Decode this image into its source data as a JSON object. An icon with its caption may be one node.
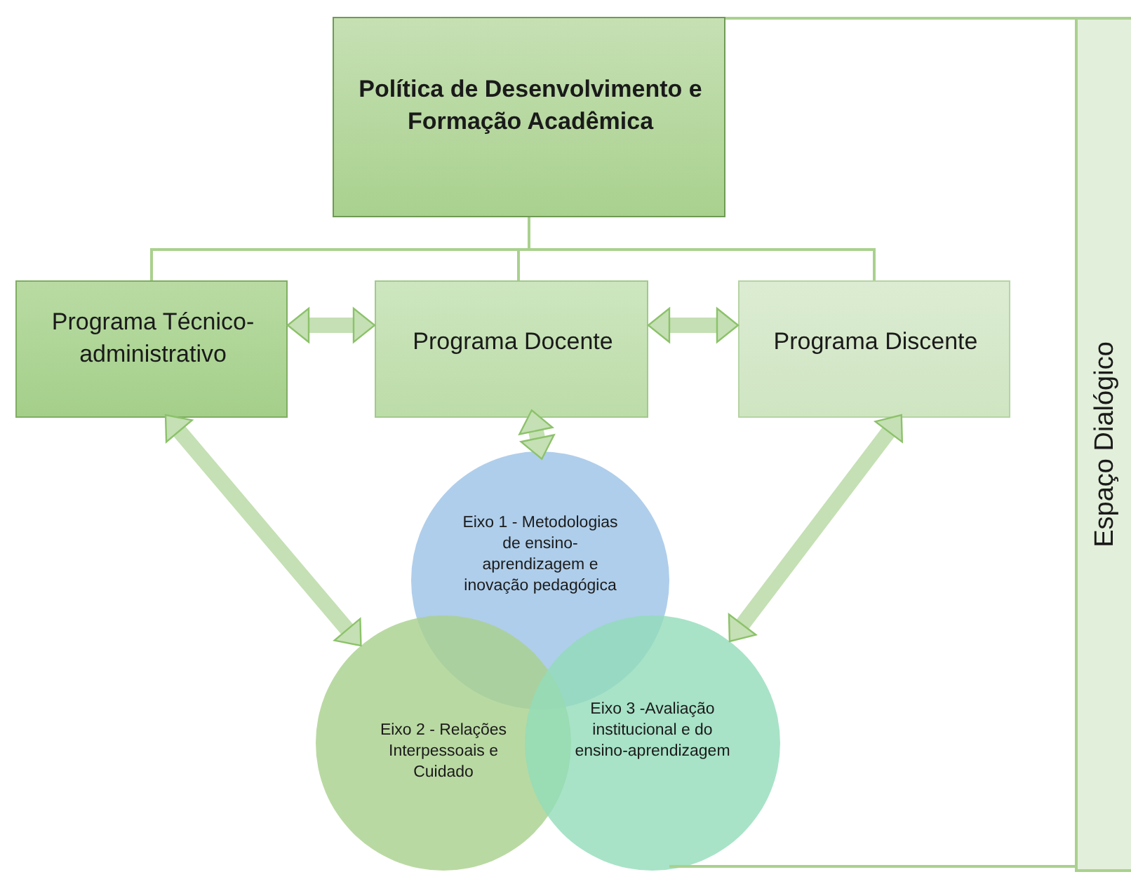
{
  "diagram": {
    "nodes": [
      {
        "text": [
          "Política de Desenvolvimento e Formação Acadêmica"
        ]
      },
      {
        "text": [
          "Programa Técnico-administrativo"
        ]
      },
      {
        "text": [
          "Programa Docente"
        ]
      },
      {
        "text": [
          "Programa Discente"
        ]
      },
      {
        "text": [
          "Eixo 1 - Metodologias de ensino-aprendizagem e inovação pedagógica"
        ]
      },
      {
        "text": [
          "Eixo 2 - Relações Interpessoais e Cuidado"
        ]
      },
      {
        "text": [
          "Eixo 3 -Avaliação institucional e do ensino-aprendizagem"
        ]
      },
      {
        "text": [
          "Espaço Dialógico"
        ]
      }
    ],
    "edges": [
      {
        "from": 0,
        "to": 1,
        "arrow": "none"
      },
      {
        "from": 0,
        "to": 2,
        "arrow": "none"
      },
      {
        "from": 0,
        "to": 3,
        "arrow": "none"
      },
      {
        "from": 1,
        "to": 2,
        "arrow": "both",
        "style": "thick"
      },
      {
        "from": 2,
        "to": 3,
        "arrow": "both",
        "style": "thick"
      },
      {
        "from": 2,
        "to": 4,
        "arrow": "both",
        "style": "thick"
      },
      {
        "from": 1,
        "to": 5,
        "arrow": "both",
        "style": "thick"
      },
      {
        "from": 3,
        "to": 6,
        "arrow": "both",
        "style": "thick"
      },
      {
        "from": 0,
        "to": 7,
        "arrow": "none"
      },
      {
        "from": 6,
        "to": 7,
        "arrow": "none"
      }
    ]
  }
}
